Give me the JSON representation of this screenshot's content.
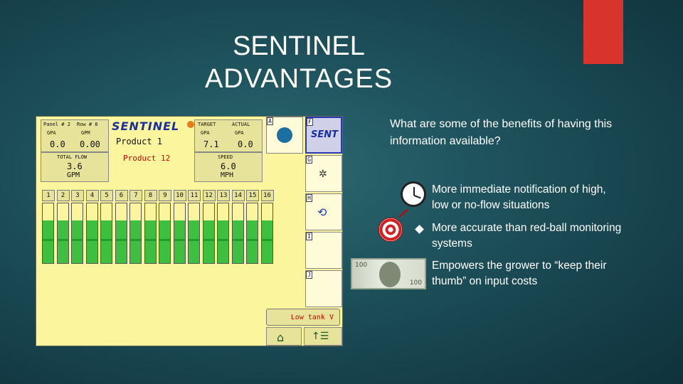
{
  "title": {
    "line1": "SENTINEL",
    "line2": "ADVANTAGES"
  },
  "accent_color": "#d9342b",
  "question": "What are some of the benefits of having this information available?",
  "bullets": [
    {
      "icon": "clock-icon",
      "text": "More immediate notification of high, low or no-flow situations"
    },
    {
      "icon": "target-icon",
      "text": "More accurate than red-ball monitoring systems"
    },
    {
      "icon": "money-icon",
      "text": "Empowers the grower to “keep their thumb” on input costs"
    }
  ],
  "console": {
    "logo_text": "SENTINEL",
    "top_left_labels": [
      "Panel # 2",
      "Row # 8"
    ],
    "gpa_label": "GPA",
    "gpm_label": "GPM",
    "gpa_value": "0.0",
    "gpm_value": "0.00",
    "product_selected": "Product 1",
    "product_secondary": "Product 12",
    "target_label": "TARGET",
    "actual_label": "ACTUAL",
    "target_value": "7.1",
    "actual_value": "0.0",
    "total_flow_label": "TOTAL FLOW",
    "total_flow_value": "3.6",
    "total_flow_unit": "GPM",
    "speed_label": "SPEED",
    "speed_value": "6.0",
    "speed_unit": "MPH",
    "row_numbers": [
      "1",
      "2",
      "3",
      "4",
      "5",
      "6",
      "7",
      "8",
      "9",
      "10",
      "11",
      "12",
      "13",
      "14",
      "15",
      "16"
    ],
    "row_fill_levels": [
      0.72,
      0.72,
      0.72,
      0.72,
      0.72,
      0.72,
      0.72,
      0.72,
      0.72,
      0.72,
      0.72,
      0.72,
      0.72,
      0.72,
      0.72,
      0.72
    ],
    "side_letters": [
      "A",
      "F",
      "G",
      "H",
      "I",
      "J"
    ],
    "sent_button_text": "SENT",
    "alarm_text": "Low tank V",
    "fill_color": "#3fbf3f"
  }
}
